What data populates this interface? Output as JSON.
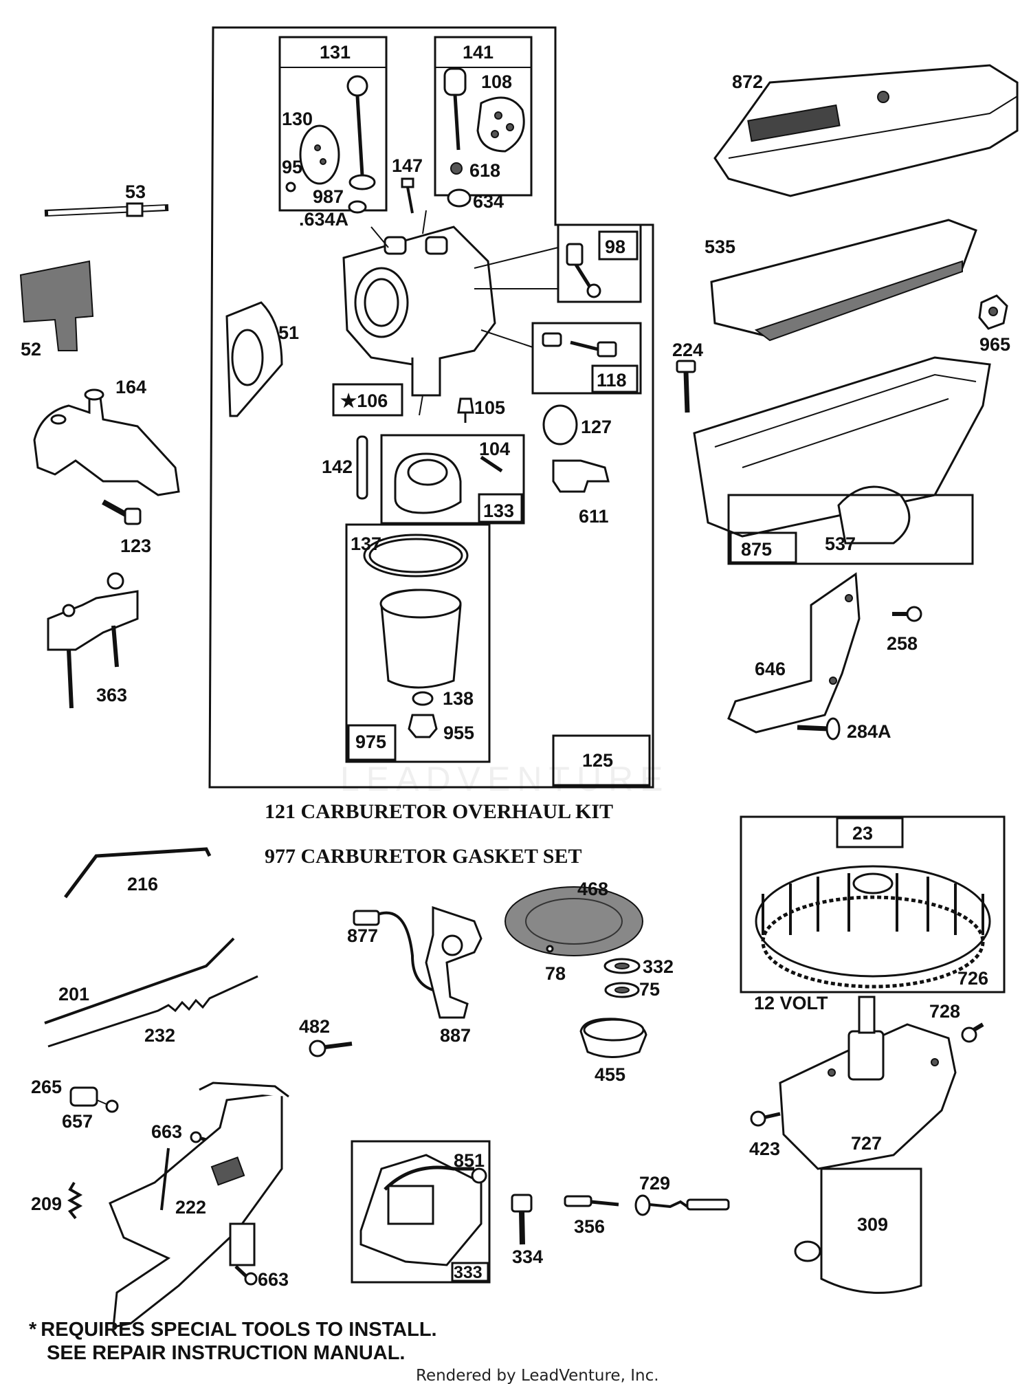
{
  "labels": {
    "l131": "131",
    "l141": "141",
    "l108": "108",
    "l130": "130",
    "l95": "95",
    "l987": "987",
    "l634a": ".634A",
    "l147": "147",
    "l618": "618",
    "l634": "634",
    "l98": "98",
    "l51": "51",
    "l118": "118",
    "l106": "106",
    "l105": "105",
    "l127": "127",
    "l104": "104",
    "l142": "142",
    "l133": "133",
    "l611": "611",
    "l137": "137",
    "l138": "138",
    "l975": "975",
    "l955": "955",
    "l125": "125",
    "l53": "53",
    "l52": "52",
    "l164": "164",
    "l123": "123",
    "l363": "363",
    "l872": "872",
    "l535": "535",
    "l965": "965",
    "l224": "224",
    "l875": "875",
    "l537": "537",
    "l258": "258",
    "l646": "646",
    "l284a": "284A",
    "l216": "216",
    "l201": "201",
    "l232": "232",
    "l877": "877",
    "l887": "887",
    "l482": "482",
    "l468": "468",
    "l78": "78",
    "l332": "332",
    "l75": "75",
    "l455": "455",
    "l23": "23",
    "l726": "726",
    "l12volt": "12 VOLT",
    "l728": "728",
    "l423": "423",
    "l727": "727",
    "l309": "309",
    "l265": "265",
    "l657": "657",
    "l663a": "663",
    "l209": "209",
    "l222": "222",
    "l663b": "663",
    "l851": "851",
    "l333": "333",
    "l334": "334",
    "l729": "729",
    "l356": "356"
  },
  "kits": {
    "overhaul": "121  CARBURETOR OVERHAUL KIT",
    "gasket": "977  CARBURETOR GASKET SET"
  },
  "note": {
    "line1": "REQUIRES SPECIAL TOOLS TO INSTALL.",
    "line2": "SEE REPAIR INSTRUCTION MANUAL."
  },
  "footer": {
    "rendered_by": "Rendered by LeadVenture, Inc."
  },
  "watermark": "LEADVENTURE"
}
